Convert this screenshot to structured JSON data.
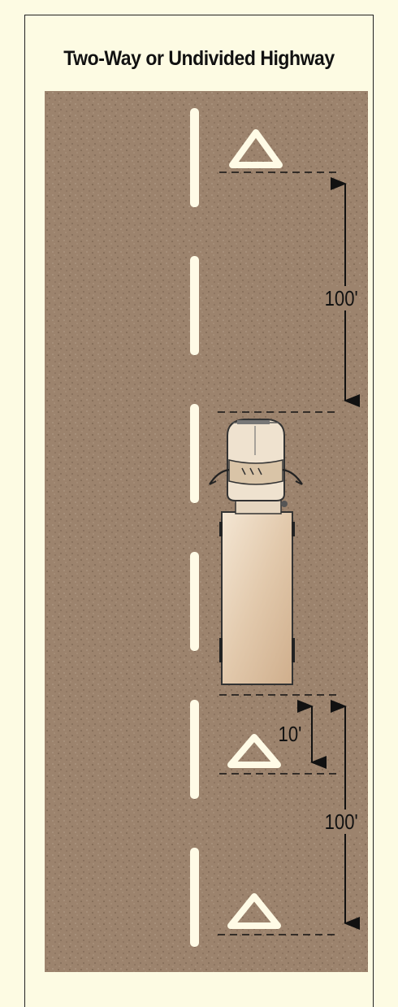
{
  "title": "Two-Way or Undivided Highway",
  "labels": {
    "front_distance": "100'",
    "rear_near_distance": "10'",
    "rear_far_distance": "100'"
  },
  "icons": [
    "warning-triangle-icon",
    "truck-icon",
    "arrow-icon"
  ],
  "colors": {
    "background": "#fdfbe3",
    "road": "#9c836d",
    "lane_marking": "#fffbe6",
    "triangle": "#fffbe6"
  }
}
